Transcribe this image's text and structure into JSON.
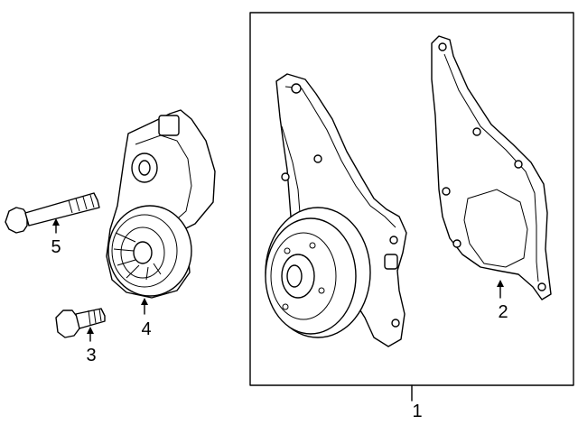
{
  "callouts": {
    "water_pump_assembly": "1",
    "gasket": "2",
    "bolt_short": "3",
    "tensioner": "4",
    "bolt_long": "5"
  }
}
